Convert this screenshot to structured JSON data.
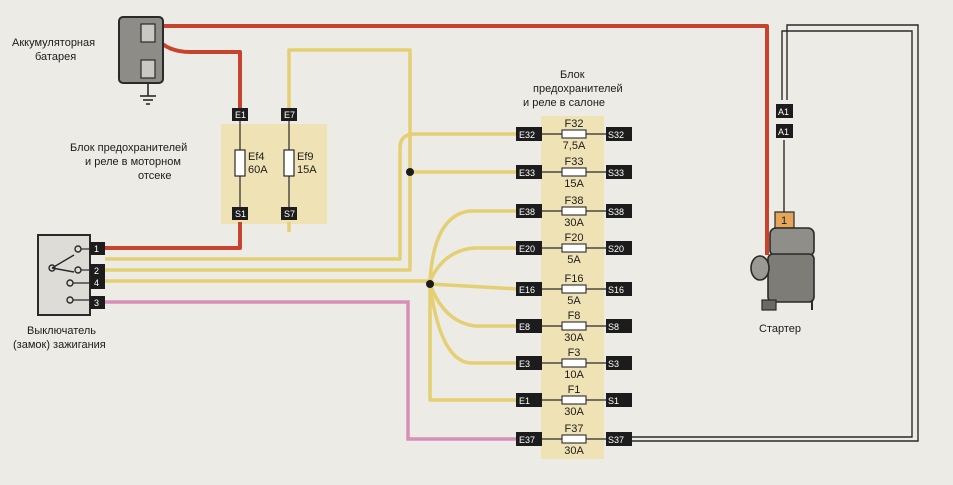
{
  "labels": {
    "battery": [
      "Аккумуляторная",
      "батарея"
    ],
    "engine_block": [
      "Блок предохранителей",
      "и реле в моторном",
      "отсеке"
    ],
    "cabin_block": [
      "Блок",
      "предохранителей",
      "и реле в салоне"
    ],
    "ignition": [
      "Выключатель",
      "(замок) зажигания"
    ],
    "starter": "Стартер",
    "starter_pin": "1"
  },
  "engine_fuses": [
    {
      "top_pin": "E1",
      "bottom_pin": "S1",
      "name": "Ef4",
      "rating": "60A"
    },
    {
      "top_pin": "E7",
      "bottom_pin": "S7",
      "name": "Ef9",
      "rating": "15A"
    }
  ],
  "cabin_fuses": [
    {
      "in": "E32",
      "out": "S32",
      "name": "F32",
      "rating": "7,5A"
    },
    {
      "in": "E33",
      "out": "S33",
      "name": "F33",
      "rating": "15A"
    },
    {
      "in": "E38",
      "out": "S38",
      "name": "F38",
      "rating": "30A"
    },
    {
      "in": "E20",
      "out": "S20",
      "name": "F20",
      "rating": "5A"
    },
    {
      "in": "E16",
      "out": "S16",
      "name": "F16",
      "rating": "5A"
    },
    {
      "in": "E8",
      "out": "S8",
      "name": "F8",
      "rating": "30A"
    },
    {
      "in": "E3",
      "out": "S3",
      "name": "F3",
      "rating": "10A"
    },
    {
      "in": "E1",
      "out": "S1",
      "name": "F1",
      "rating": "30A"
    },
    {
      "in": "E37",
      "out": "S37",
      "name": "F37",
      "rating": "30A"
    }
  ],
  "ignition_pins": [
    "1",
    "2",
    "4",
    "3"
  ],
  "starter_connector_pins": [
    "A1",
    "A1"
  ],
  "colors": {
    "red_wire": "#c8432e",
    "yellow_wire": "#e4cf73",
    "pink_wire": "#d690b8",
    "block_fill": "#efe2b5",
    "connector": "#1c1c1c"
  }
}
